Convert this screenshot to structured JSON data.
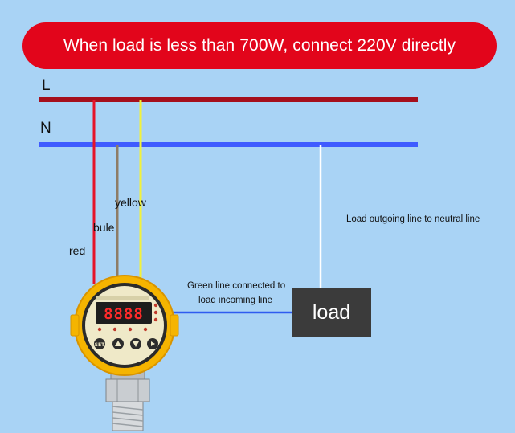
{
  "banner": {
    "text": "When load is less than 700W, connect 220V directly",
    "color": "#e2051b"
  },
  "lines": {
    "live_label": "L",
    "neutral_label": "N",
    "live_color": "#a50f1c",
    "neutral_color": "#3f5bff"
  },
  "wires": {
    "red_label": "red",
    "blue_label": "bule",
    "yellow_label": "yellow",
    "red_color": "#e5132a",
    "blue_color": "#8e7c66",
    "yellow_color": "#f2f23a",
    "neutral_out_color": "#ffffff",
    "green_color": "#2f5cf0"
  },
  "notes": {
    "neutral_line_note": "Load outgoing line to neutral line",
    "green_line_note_1": "Green line connected to",
    "green_line_note_2": "load incoming line"
  },
  "load": {
    "label": "load"
  },
  "controller": {
    "icon": "pressure-controller-icon",
    "display_value": "8888",
    "body_color": "#f5b400",
    "set_label": "SET"
  }
}
